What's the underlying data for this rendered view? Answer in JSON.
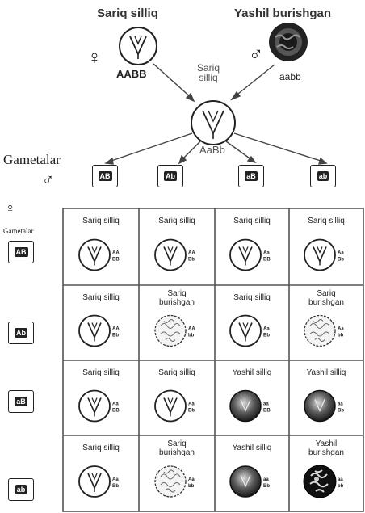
{
  "parents": {
    "left": {
      "name": "Sariq silliq",
      "symbol": "♀",
      "genotype": "AABB"
    },
    "right": {
      "name": "Yashil burishgan",
      "symbol": "♂",
      "genotype": "aabb"
    }
  },
  "f1": {
    "name_line1": "Sariq",
    "name_line2": "silliq",
    "genotype": "AaBb"
  },
  "gametes_label": "Gametalar",
  "male_symbol": "♂",
  "female_symbol": "♀",
  "left_gametes_label": "Gametalar",
  "male_gametes": [
    "AB",
    "Ab",
    "aB",
    "ab"
  ],
  "female_gametes": [
    "AB",
    "Ab",
    "aB",
    "ab"
  ],
  "grid": [
    [
      {
        "label": [
          "Sariq silliq"
        ],
        "type": "yellow-smooth",
        "g1": "AA",
        "g2": "BB"
      },
      {
        "label": [
          "Sariq silliq"
        ],
        "type": "yellow-smooth",
        "g1": "AA",
        "g2": "Bb"
      },
      {
        "label": [
          "Sariq silliq"
        ],
        "type": "yellow-smooth",
        "g1": "Aa",
        "g2": "BB"
      },
      {
        "label": [
          "Sariq silliq"
        ],
        "type": "yellow-smooth",
        "g1": "Aa",
        "g2": "Bb"
      }
    ],
    [
      {
        "label": [
          "Sariq silliq"
        ],
        "type": "yellow-smooth",
        "g1": "AA",
        "g2": "Bb"
      },
      {
        "label": [
          "Sariq",
          "burishgan"
        ],
        "type": "yellow-wrinkled",
        "g1": "AA",
        "g2": "bb"
      },
      {
        "label": [
          "Sariq silliq"
        ],
        "type": "yellow-smooth",
        "g1": "Aa",
        "g2": "Bb"
      },
      {
        "label": [
          "Sariq",
          "burishgan"
        ],
        "type": "yellow-wrinkled",
        "g1": "Aa",
        "g2": "bb"
      }
    ],
    [
      {
        "label": [
          "Sariq silliq"
        ],
        "type": "yellow-smooth",
        "g1": "Aa",
        "g2": "BB"
      },
      {
        "label": [
          "Sariq silliq"
        ],
        "type": "yellow-smooth",
        "g1": "Aa",
        "g2": "Bb"
      },
      {
        "label": [
          "Yashil silliq"
        ],
        "type": "green-smooth",
        "g1": "aa",
        "g2": "BB"
      },
      {
        "label": [
          "Yashil silliq"
        ],
        "type": "green-smooth",
        "g1": "aa",
        "g2": "Bb"
      }
    ],
    [
      {
        "label": [
          "Sariq silliq"
        ],
        "type": "yellow-smooth",
        "g1": "Aa",
        "g2": "Bb"
      },
      {
        "label": [
          "Sariq",
          "burishgan"
        ],
        "type": "yellow-wrinkled",
        "g1": "Aa",
        "g2": "bb"
      },
      {
        "label": [
          "Yashil silliq"
        ],
        "type": "green-smooth",
        "g1": "aa",
        "g2": "Bb"
      },
      {
        "label": [
          "Yashil",
          "burishgan"
        ],
        "type": "green-wrinkled",
        "g1": "aa",
        "g2": "bb"
      }
    ]
  ]
}
